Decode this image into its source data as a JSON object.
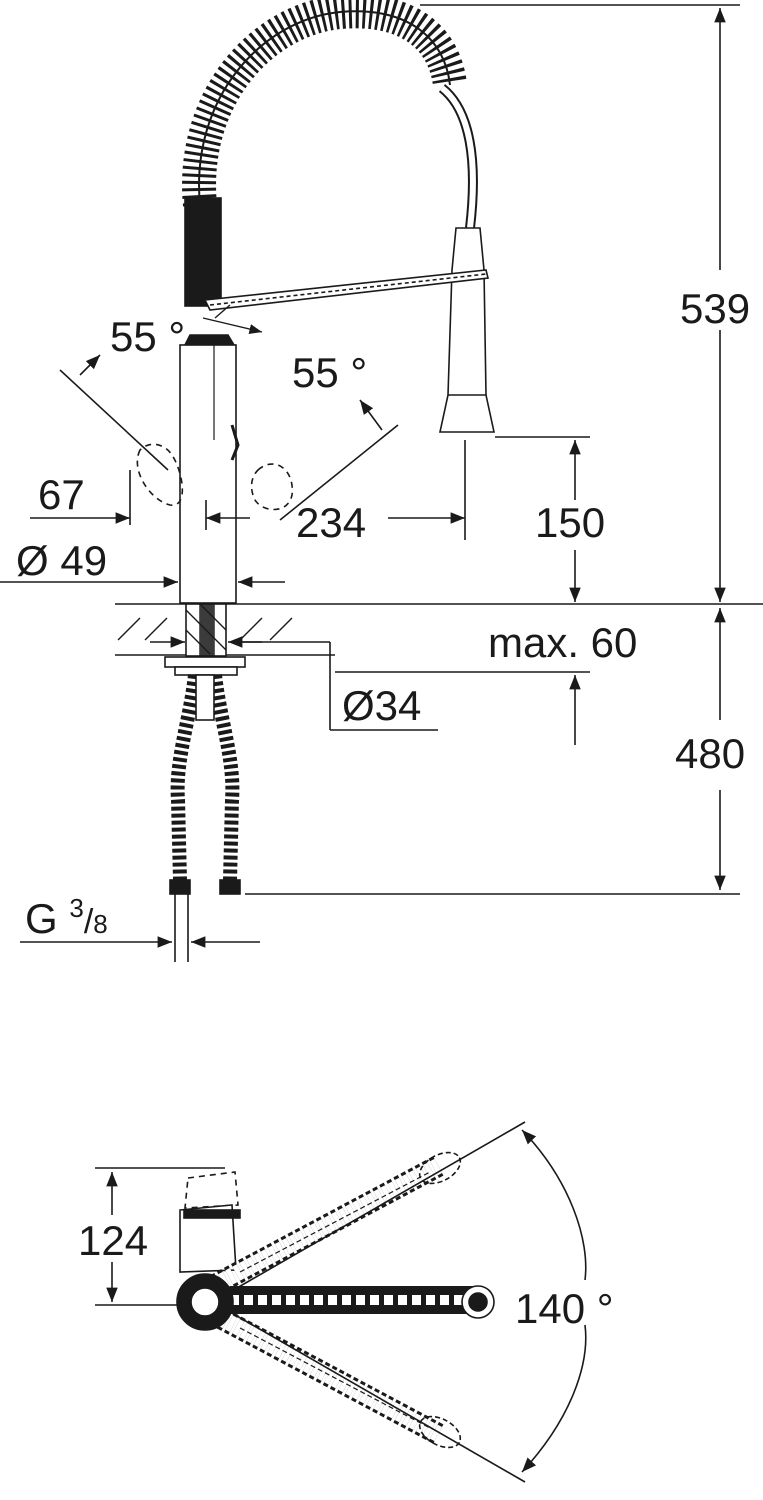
{
  "dimensions": {
    "height_total": "539",
    "angle_lever_top": "55 °",
    "angle_lever_side": "55 °",
    "lever_offset": "67",
    "spout_reach": "234",
    "spout_clearance": "150",
    "body_diameter": "Ø 49",
    "deck_thickness": "max. 60",
    "hole_diameter": "Ø34",
    "hose_length": "480",
    "thread_main": "G",
    "thread_num": "3",
    "thread_slash": "/",
    "thread_den": "8",
    "plan_depth": "124",
    "swivel_angle": "140 °"
  },
  "colors": {
    "line": "#1a1a1a",
    "fill_dark": "#1a1a1a",
    "fill_body": "#ffffff"
  }
}
